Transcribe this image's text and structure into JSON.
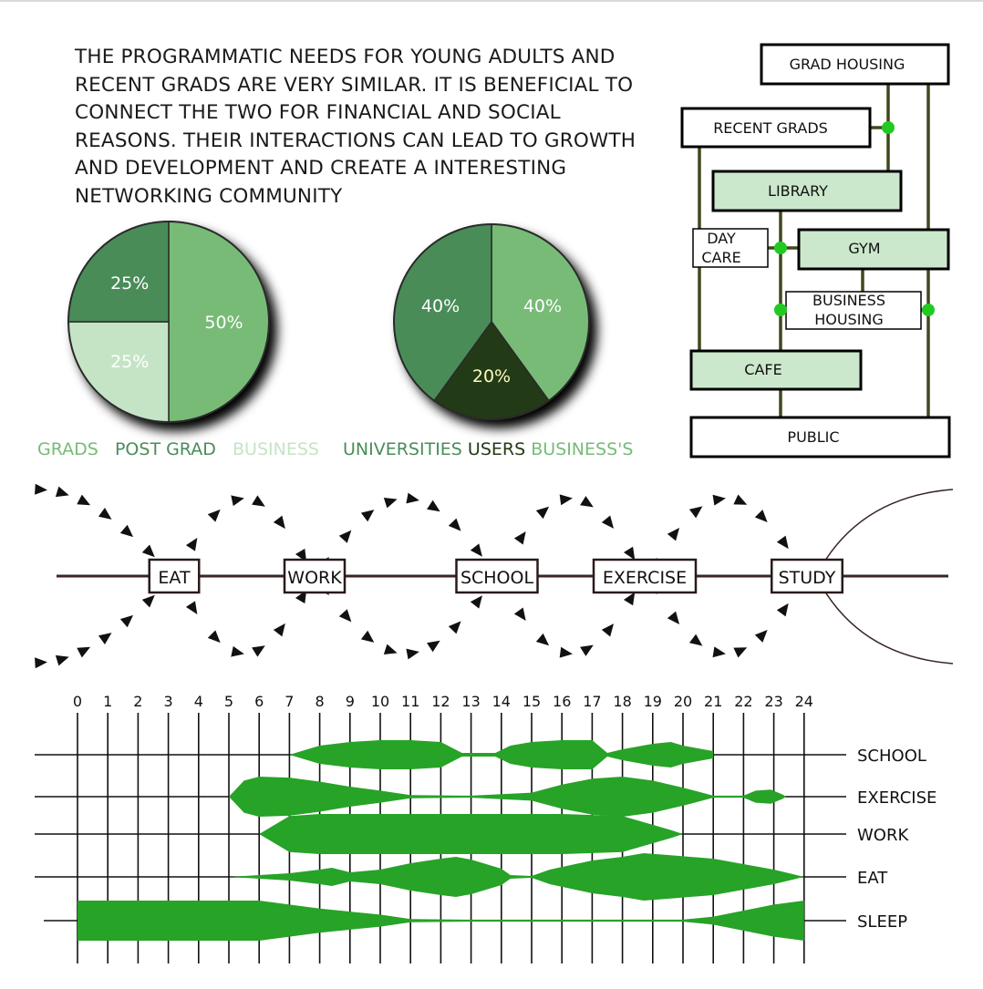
{
  "intro_lines": [
    "THE PROGRAMMATIC NEEDS FOR YOUNG ADULTS AND",
    "RECENT GRADS ARE VERY SIMILAR. IT IS BENEFICIAL TO",
    "CONNECT THE TWO FOR FINANCIAL AND SOCIAL",
    "REASONS. THEIR INTERACTIONS CAN LEAD TO GROWTH",
    "AND DEVELOPMENT AND CREATE A INTERESTING",
    "NETWORKING COMMUNITY"
  ],
  "chart_data": [
    {
      "type": "pie",
      "slices": [
        {
          "label": "50%",
          "value": 50,
          "color": "#77bb77"
        },
        {
          "label": "25%",
          "value": 25,
          "color": "#c5e4c5"
        },
        {
          "label": "25%",
          "value": 25,
          "color": "#4a8c58"
        }
      ],
      "legend": [
        {
          "text": "GRADS",
          "color": "#77bb77"
        },
        {
          "text": "POST GRAD",
          "color": "#4a8c58"
        },
        {
          "text": "BUSINESS",
          "color": "#c5e4c5"
        }
      ]
    },
    {
      "type": "pie",
      "slices": [
        {
          "label": "40%",
          "value": 40,
          "color": "#77bb77"
        },
        {
          "label": "20%",
          "value": 20,
          "color": "#233a14"
        },
        {
          "label": "40%",
          "value": 40,
          "color": "#4a8c58"
        }
      ],
      "legend": [
        {
          "text": "UNIVERSITIES",
          "color": "#4a8c58"
        },
        {
          "text": "USERS",
          "color": "#233a14"
        },
        {
          "text": "BUSINESS'S",
          "color": "#77bb77"
        }
      ]
    },
    {
      "type": "area",
      "x_ticks": [
        "0",
        "1",
        "2",
        "3",
        "4",
        "5",
        "6",
        "7",
        "8",
        "9",
        "10",
        "11",
        "12",
        "13",
        "14",
        "15",
        "16",
        "17",
        "18",
        "19",
        "20",
        "21",
        "22",
        "23",
        "24"
      ],
      "color": "#27a327",
      "series": [
        {
          "name": "SCHOOL",
          "points": [
            [
              7,
              0
            ],
            [
              8,
              0.5
            ],
            [
              9,
              0.7
            ],
            [
              10,
              0.8
            ],
            [
              11,
              0.8
            ],
            [
              12,
              0.7
            ],
            [
              12.7,
              0.1
            ],
            [
              13.8,
              0.1
            ],
            [
              14.3,
              0.5
            ],
            [
              15,
              0.7
            ],
            [
              16,
              0.8
            ],
            [
              17,
              0.8
            ],
            [
              17.5,
              0.1
            ],
            [
              18,
              0.3
            ],
            [
              19,
              0.6
            ],
            [
              19.6,
              0.7
            ],
            [
              20,
              0.5
            ],
            [
              21,
              0.2
            ],
            [
              21,
              0
            ]
          ]
        },
        {
          "name": "EXERCISE",
          "points": [
            [
              5,
              0
            ],
            [
              5.5,
              0.8
            ],
            [
              6,
              1
            ],
            [
              7,
              0.95
            ],
            [
              8,
              0.75
            ],
            [
              9,
              0.5
            ],
            [
              10,
              0.3
            ],
            [
              11,
              0.08
            ],
            [
              13,
              0.05
            ],
            [
              15,
              0.2
            ],
            [
              16,
              0.6
            ],
            [
              17,
              0.9
            ],
            [
              18,
              1
            ],
            [
              19,
              0.8
            ],
            [
              20,
              0.45
            ],
            [
              21,
              0.05
            ],
            [
              22,
              0.05
            ],
            [
              22.4,
              0.3
            ],
            [
              22.9,
              0.35
            ],
            [
              23.3,
              0.1
            ],
            [
              23.4,
              0
            ]
          ]
        },
        {
          "name": "WORK",
          "points": [
            [
              6,
              0
            ],
            [
              7,
              0.9
            ],
            [
              8,
              1
            ],
            [
              10,
              1
            ],
            [
              12,
              1
            ],
            [
              14,
              1
            ],
            [
              16,
              1
            ],
            [
              18,
              0.9
            ],
            [
              19.6,
              0.2
            ],
            [
              20,
              0
            ]
          ]
        },
        {
          "name": "EAT",
          "points": [
            [
              5,
              0
            ],
            [
              6,
              0.1
            ],
            [
              7,
              0.2
            ],
            [
              8,
              0.4
            ],
            [
              8.4,
              0.5
            ],
            [
              9,
              0.25
            ],
            [
              10,
              0.4
            ],
            [
              11,
              0.75
            ],
            [
              12,
              1
            ],
            [
              12.5,
              1.1
            ],
            [
              13,
              0.95
            ],
            [
              14,
              0.45
            ],
            [
              14.3,
              0.1
            ],
            [
              15,
              0.05
            ],
            [
              15.6,
              0.4
            ],
            [
              17,
              0.9
            ],
            [
              18,
              1.1
            ],
            [
              18.7,
              1.3
            ],
            [
              19.5,
              1.2
            ],
            [
              21,
              1
            ],
            [
              22,
              0.7
            ],
            [
              23,
              0.4
            ],
            [
              24,
              0
            ]
          ]
        },
        {
          "name": "SLEEP",
          "points": [
            [
              0,
              0
            ],
            [
              0,
              1
            ],
            [
              6,
              1
            ],
            [
              8,
              0.6
            ],
            [
              10,
              0.3
            ],
            [
              11,
              0.08
            ],
            [
              13,
              0.05
            ],
            [
              20,
              0.05
            ],
            [
              21,
              0.2
            ],
            [
              22,
              0.5
            ],
            [
              23,
              0.8
            ],
            [
              24,
              1
            ],
            [
              24,
              0
            ]
          ]
        }
      ]
    }
  ],
  "flow_diagram": {
    "nodes": [
      "GRAD HOUSING",
      "RECENT GRADS",
      "LIBRARY",
      "DAY CARE",
      "GYM",
      "BUSINESS HOUSING",
      "CAFE",
      "PUBLIC"
    ]
  },
  "routine_diagram": {
    "stations": [
      "EAT",
      "WORK",
      "SCHOOL",
      "EXERCISE",
      "STUDY"
    ]
  },
  "colors": {
    "accent_green": "#27a327",
    "node_fill": "#cce8cc",
    "connector_green": "#3e4a1c",
    "dot_green": "#21c921"
  }
}
